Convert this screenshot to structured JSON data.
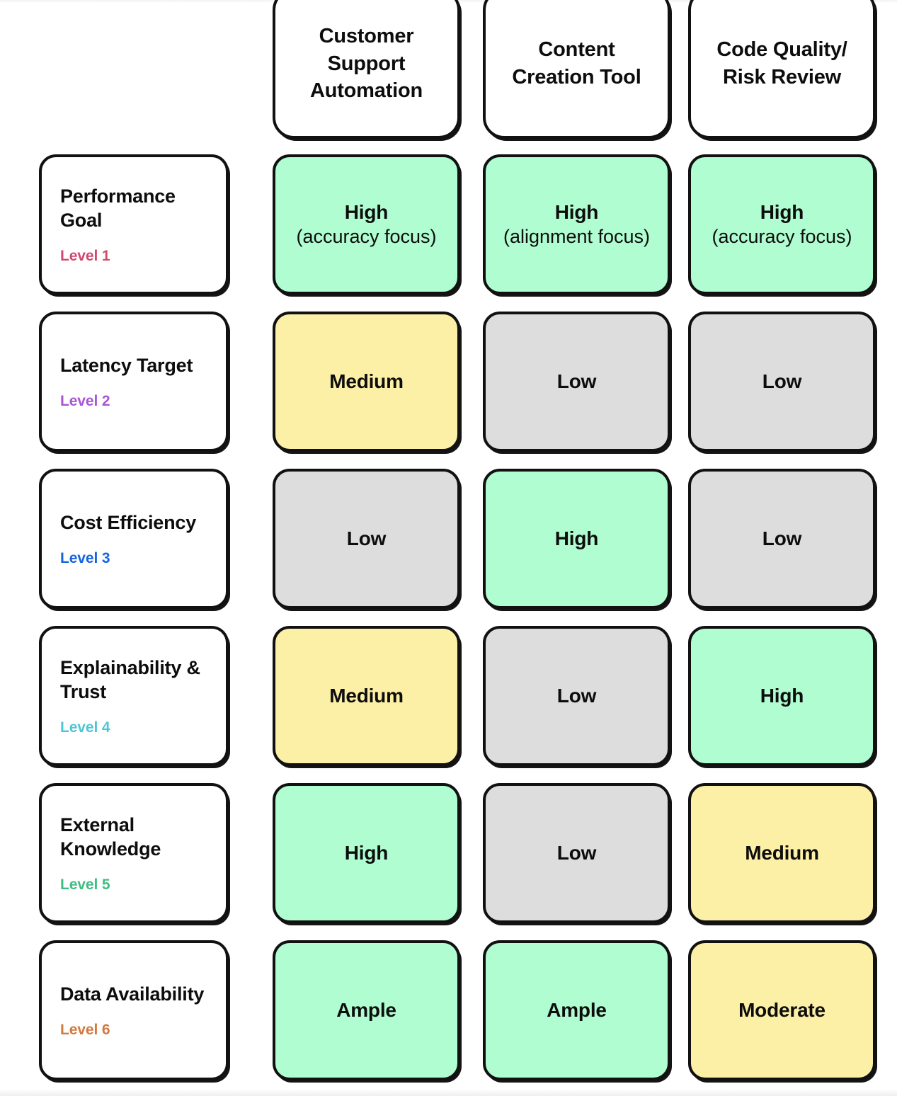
{
  "matrix": {
    "corner_label": "",
    "columns": [
      {
        "label": "Customer Support Automation"
      },
      {
        "label": "Content Creation Tool"
      },
      {
        "label": "Code Quality/ Risk Review"
      }
    ],
    "level_colors": {
      "level1": "#D1486F",
      "level2": "#A855D8",
      "level3": "#1565E0",
      "level4": "#4FC6D4",
      "level5": "#3FBE82",
      "level6": "#D2793F"
    },
    "fill_colors": {
      "high": "#AFFDD0",
      "medium": "#FCEFA6",
      "low": "#DDDDDD",
      "plain": "#FFFFFF"
    },
    "rows": [
      {
        "title": "Performance Goal",
        "level": "Level 1",
        "level_color": "#D1486F",
        "cells": [
          {
            "main": "High",
            "sub": "(accuracy focus)",
            "fill": "green"
          },
          {
            "main": "High",
            "sub": "(alignment focus)",
            "fill": "green"
          },
          {
            "main": "High",
            "sub": "(accuracy focus)",
            "fill": "green"
          }
        ]
      },
      {
        "title": "Latency Target",
        "level": "Level 2",
        "level_color": "#A855D8",
        "cells": [
          {
            "main": "Medium",
            "sub": "",
            "fill": "yellow"
          },
          {
            "main": "Low",
            "sub": "",
            "fill": "gray"
          },
          {
            "main": "Low",
            "sub": "",
            "fill": "gray"
          }
        ]
      },
      {
        "title": "Cost Efficiency",
        "level": "Level 3",
        "level_color": "#1565E0",
        "cells": [
          {
            "main": "Low",
            "sub": "",
            "fill": "gray"
          },
          {
            "main": "High",
            "sub": "",
            "fill": "green"
          },
          {
            "main": "Low",
            "sub": "",
            "fill": "gray"
          }
        ]
      },
      {
        "title": "Explainability & Trust",
        "level": "Level 4",
        "level_color": "#4FC6D4",
        "cells": [
          {
            "main": "Medium",
            "sub": "",
            "fill": "yellow"
          },
          {
            "main": "Low",
            "sub": "",
            "fill": "gray"
          },
          {
            "main": "High",
            "sub": "",
            "fill": "green"
          }
        ]
      },
      {
        "title": "External Knowledge",
        "level": "Level 5",
        "level_color": "#3FBE82",
        "cells": [
          {
            "main": "High",
            "sub": "",
            "fill": "green"
          },
          {
            "main": "Low",
            "sub": "",
            "fill": "gray"
          },
          {
            "main": "Medium",
            "sub": "",
            "fill": "yellow"
          }
        ]
      },
      {
        "title": "Data Availability",
        "level": "Level 6",
        "level_color": "#D2793F",
        "cells": [
          {
            "main": "Ample",
            "sub": "",
            "fill": "green"
          },
          {
            "main": "Ample",
            "sub": "",
            "fill": "green"
          },
          {
            "main": "Moderate",
            "sub": "",
            "fill": "yellow"
          }
        ]
      }
    ]
  }
}
